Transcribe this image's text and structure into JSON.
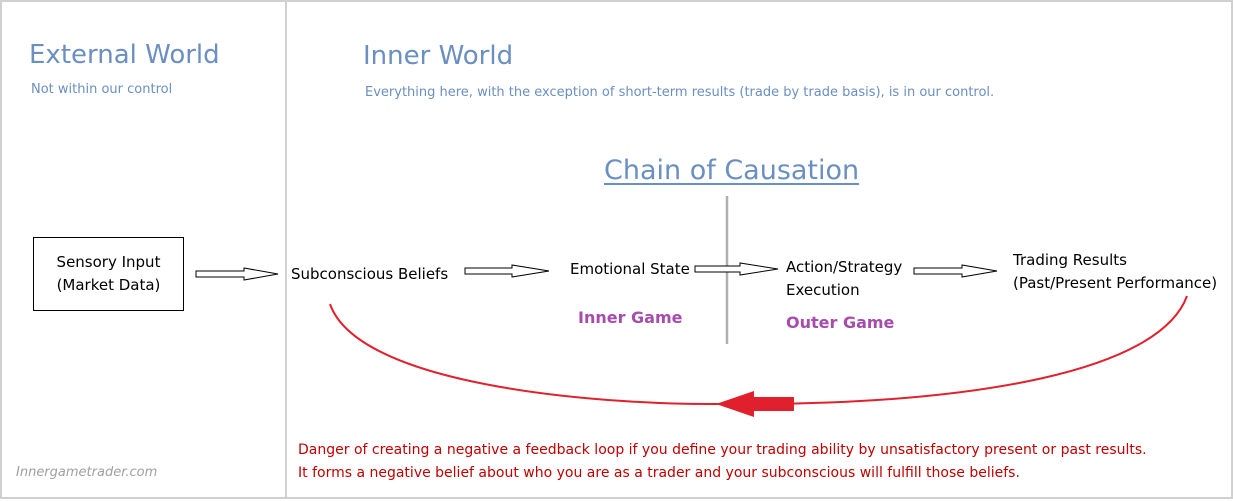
{
  "left": {
    "title": "External World",
    "subtitle": "Not within our control",
    "box_line1": "Sensory Input",
    "box_line2": "(Market Data)",
    "watermark": "Innergametrader.com"
  },
  "right": {
    "title": "Inner World",
    "subtitle": "Everything here, with the exception of short-term results (trade by trade basis), is in our control.",
    "chain_title": "Chain of Causation",
    "nodes": {
      "beliefs": "Subconscious Beliefs",
      "emotional": "Emotional State",
      "action_line1": "Action/Strategy",
      "action_line2": "Execution",
      "results_line1": "Trading Results",
      "results_line2": "(Past/Present Performance)"
    },
    "inner_game": "Inner Game",
    "outer_game": "Outer Game",
    "warning_line1": "Danger of creating a negative a feedback loop if you define your trading ability by unsatisfactory present or past results.",
    "warning_line2": "It forms a negative belief about who you are as a trader and your subconscious will fulfill those beliefs."
  },
  "colors": {
    "title_blue": "#6a8fc0",
    "game_purple": "#a54cac",
    "warning_red": "#c00000",
    "loop_red": "#e0202c"
  }
}
